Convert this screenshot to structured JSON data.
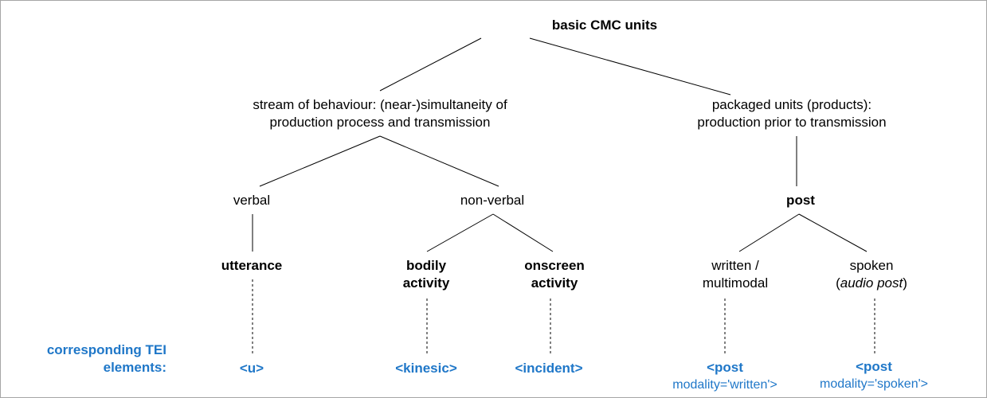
{
  "colors": {
    "text": "#000000",
    "tei_accent": "#1f77c8",
    "border": "#a6a6a6",
    "background": "#ffffff"
  },
  "tree": {
    "root": "basic CMC units",
    "stream": {
      "line1": "stream of behaviour: (near-)simultaneity of",
      "line2": "production process and transmission"
    },
    "packaged": {
      "line1": "packaged units (products):",
      "line2": "production prior to transmission"
    },
    "verbal": "verbal",
    "non_verbal": "non-verbal",
    "post": "post",
    "utterance": "utterance",
    "bodily": {
      "line1": "bodily",
      "line2": "activity"
    },
    "onscreen": {
      "line1": "onscreen",
      "line2": "activity"
    },
    "written": {
      "line1": "written /",
      "line2": "multimodal"
    },
    "spoken": {
      "line1": "spoken",
      "line2_italic": "audio post"
    }
  },
  "tei": {
    "label_line1": "corresponding TEI",
    "label_line2": "elements:",
    "u": "<u>",
    "kinesic": "<kinesic>",
    "incident": "<incident>",
    "post_written": {
      "line1": "<post",
      "line2": "modality='written'>"
    },
    "post_spoken": {
      "line1": "<post",
      "line2": "modality='spoken'>"
    }
  }
}
